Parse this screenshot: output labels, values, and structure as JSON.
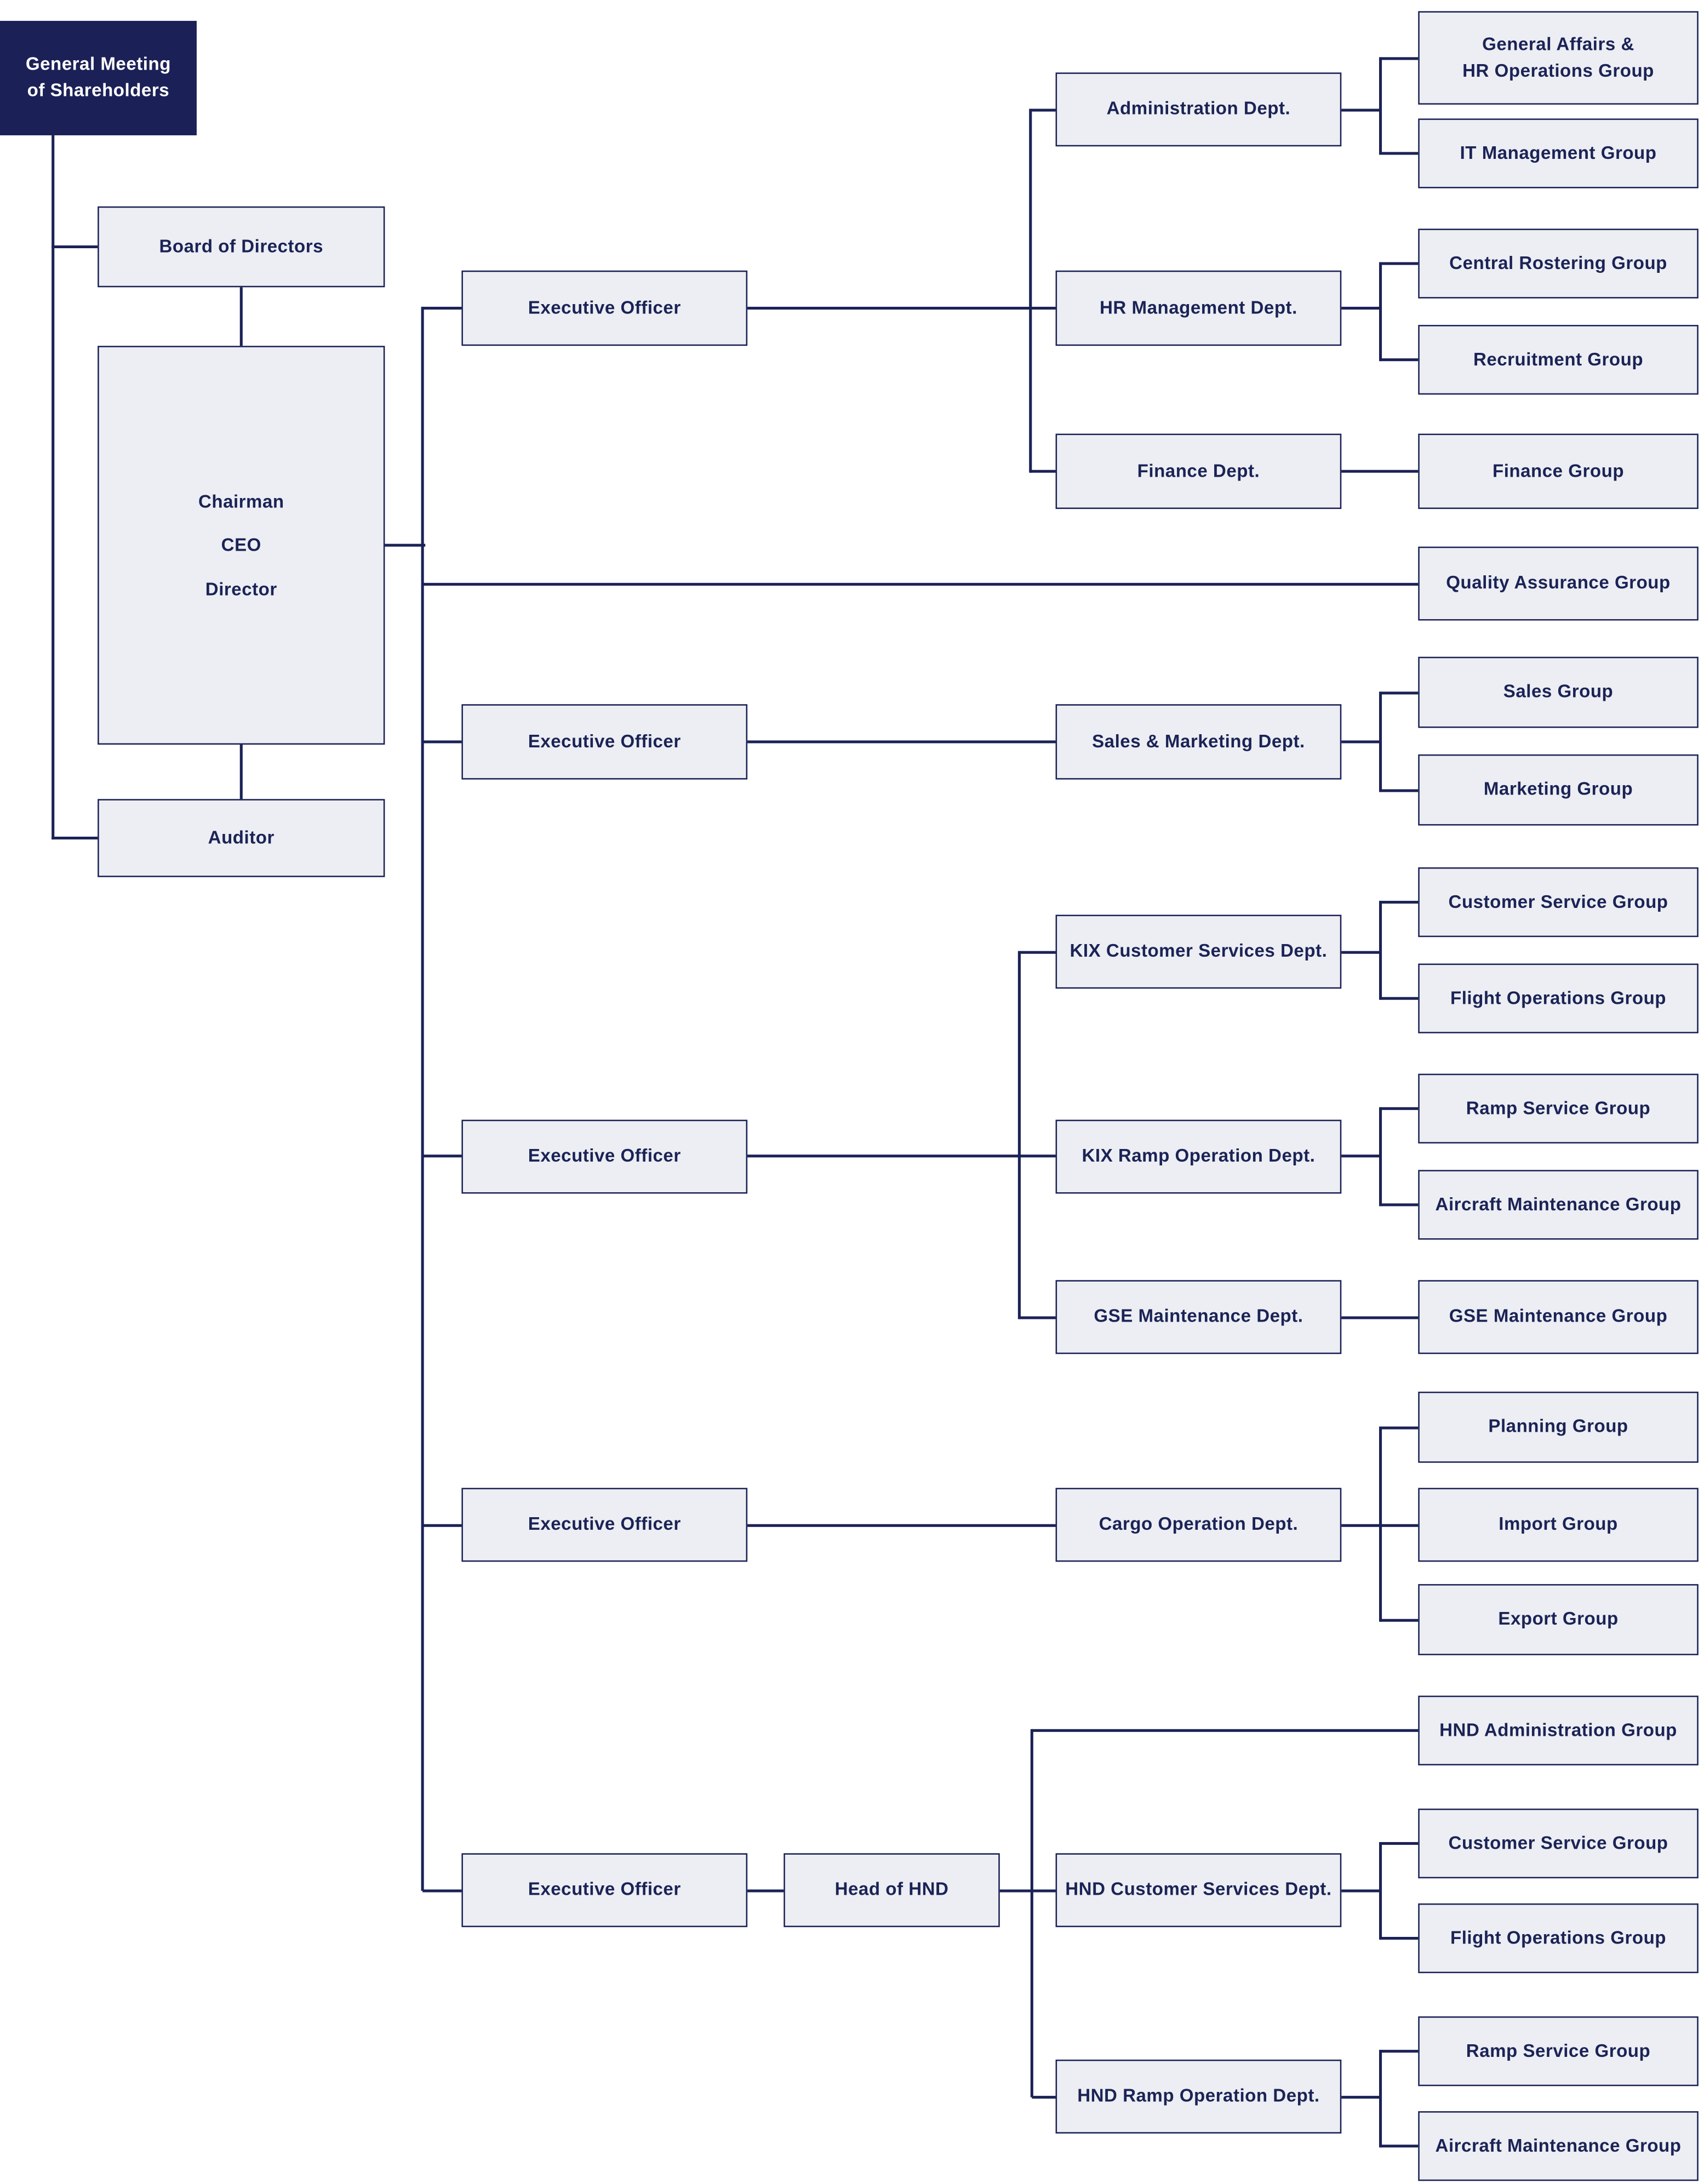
{
  "palette": {
    "navy_line": "#1b2256",
    "box_fill": "#eceef3",
    "box_border": "#1b2356",
    "dark_box_fill": "#1b2157",
    "dark_box_text": "#ffffff",
    "box_text": "#1b2356",
    "background": "#ffffff"
  },
  "nodes": {
    "shareholders": "General Meeting\nof Shareholders",
    "board": "Board of Directors",
    "chairman": "Chairman\nCEO\nDirector",
    "auditor": "Auditor",
    "eo1": "Executive Officer",
    "eo2": "Executive Officer",
    "eo3": "Executive Officer",
    "eo4": "Executive Officer",
    "eo5": "Executive Officer",
    "head_hnd": "Head of HND",
    "admin_dept": "Administration Dept.",
    "hr_dept": "HR Management Dept.",
    "finance_dept": "Finance Dept.",
    "sales_marketing_dept": "Sales & Marketing Dept.",
    "kix_cs_dept": "KIX Customer Services Dept.",
    "kix_ramp_dept": "KIX Ramp Operation Dept.",
    "gse_dept": "GSE Maintenance Dept.",
    "cargo_dept": "Cargo Operation Dept.",
    "hnd_cs_dept": "HND Customer Services Dept.",
    "hnd_ramp_dept": "HND Ramp Operation Dept.",
    "group_ga_hr": "General Affairs &\nHR Operations Group",
    "group_it": "IT Management Group",
    "group_central_rostering": "Central Rostering Group",
    "group_recruitment": "Recruitment Group",
    "group_finance": "Finance Group",
    "group_qa": "Quality Assurance Group",
    "group_sales": "Sales Group",
    "group_marketing": "Marketing Group",
    "group_kix_cs": "Customer Service Group",
    "group_kix_fo": "Flight Operations Group",
    "group_kix_ramp": "Ramp Service Group",
    "group_kix_acm": "Aircraft Maintenance Group",
    "group_gse": "GSE Maintenance Group",
    "group_planning": "Planning Group",
    "group_import": "Import Group",
    "group_export": "Export Group",
    "group_hnd_admin": "HND Administration Group",
    "group_hnd_cs": "Customer Service Group",
    "group_hnd_fo": "Flight Operations Group",
    "group_hnd_ramp": "Ramp Service Group",
    "group_hnd_acm": "Aircraft Maintenance Group"
  }
}
